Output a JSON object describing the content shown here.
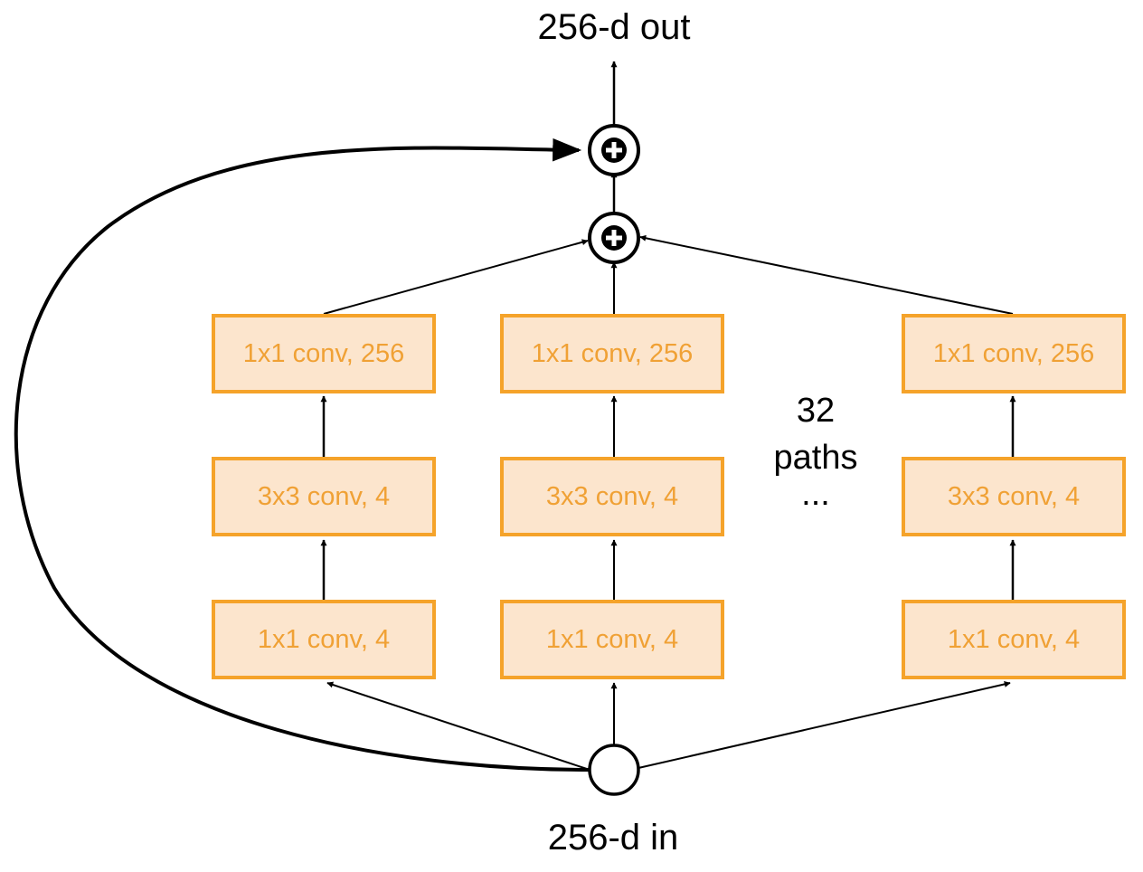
{
  "labels": {
    "output": "256-d out",
    "input": "256-d in",
    "paths_count": "32",
    "paths_word": "paths",
    "ellipsis": "..."
  },
  "paths": [
    {
      "top": "1x1 conv, 256",
      "middle": "3x3 conv, 4",
      "bottom": "1x1 conv, 4"
    },
    {
      "top": "1x1 conv, 256",
      "middle": "3x3 conv, 4",
      "bottom": "1x1 conv, 4"
    },
    {
      "top": "1x1 conv, 256",
      "middle": "3x3 conv, 4",
      "bottom": "1x1 conv, 4"
    }
  ],
  "colors": {
    "box_fill": "#fce5cd",
    "box_border": "#f5a32a",
    "box_text": "#f0a135",
    "lines": "#000000"
  }
}
